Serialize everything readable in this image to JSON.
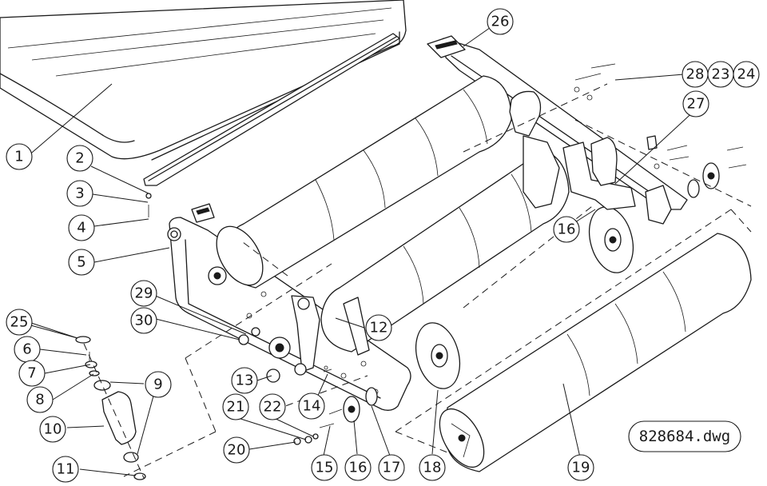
{
  "drawing": {
    "file_label": "828684.dwg"
  },
  "callouts": [
    {
      "id": "c1",
      "label": "1"
    },
    {
      "id": "c2",
      "label": "2"
    },
    {
      "id": "c3",
      "label": "3"
    },
    {
      "id": "c4",
      "label": "4"
    },
    {
      "id": "c5",
      "label": "5"
    },
    {
      "id": "c6",
      "label": "6"
    },
    {
      "id": "c7",
      "label": "7"
    },
    {
      "id": "c8",
      "label": "8"
    },
    {
      "id": "c9",
      "label": "9"
    },
    {
      "id": "c10",
      "label": "10"
    },
    {
      "id": "c11",
      "label": "11"
    },
    {
      "id": "c12",
      "label": "12"
    },
    {
      "id": "c13",
      "label": "13"
    },
    {
      "id": "c14",
      "label": "14"
    },
    {
      "id": "c15",
      "label": "15"
    },
    {
      "id": "c16a",
      "label": "16"
    },
    {
      "id": "c16b",
      "label": "16"
    },
    {
      "id": "c17",
      "label": "17"
    },
    {
      "id": "c18",
      "label": "18"
    },
    {
      "id": "c19",
      "label": "19"
    },
    {
      "id": "c20",
      "label": "20"
    },
    {
      "id": "c21",
      "label": "21"
    },
    {
      "id": "c22",
      "label": "22"
    },
    {
      "id": "c23",
      "label": "23"
    },
    {
      "id": "c24",
      "label": "24"
    },
    {
      "id": "c25",
      "label": "25"
    },
    {
      "id": "c26",
      "label": "26"
    },
    {
      "id": "c27",
      "label": "27"
    },
    {
      "id": "c28",
      "label": "28"
    },
    {
      "id": "c29",
      "label": "29"
    },
    {
      "id": "c30",
      "label": "30"
    }
  ]
}
